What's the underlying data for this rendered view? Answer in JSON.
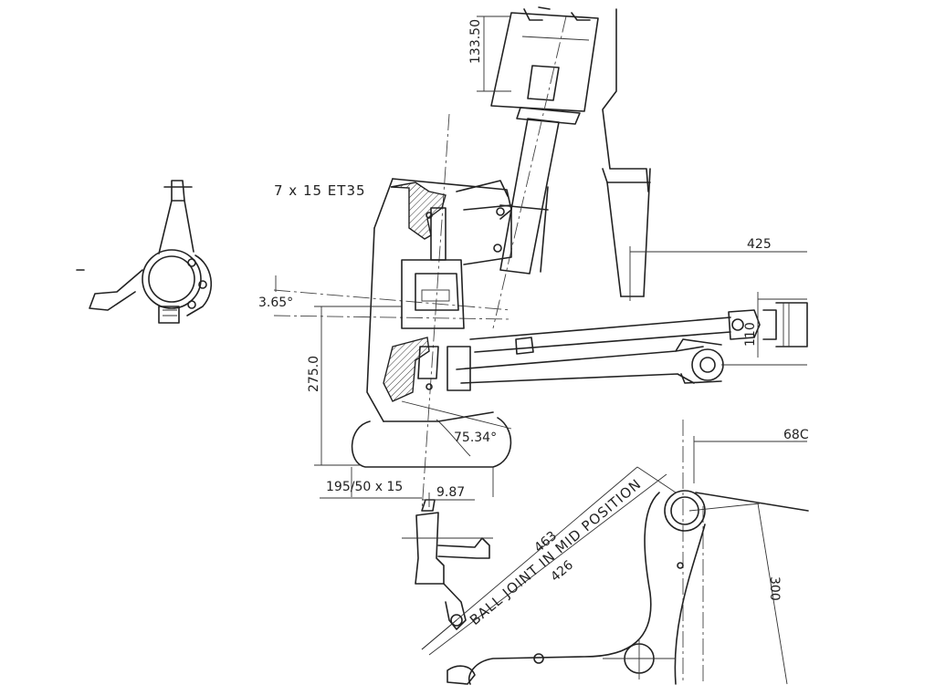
{
  "labels": {
    "wheel_spec": "7 x 15 ET35",
    "tyre_spec": "195/50 x 15",
    "ball_joint_note": "BALL JOINT IN MID POSITION"
  },
  "dimensions": {
    "strut_top": "133.50",
    "camber": "3.65°",
    "wheel_height": "275.0",
    "kpi_angle": "75.34°",
    "scrub": "9.87",
    "arm_upper": "425",
    "offset_110": "110",
    "arm_lower": "68C",
    "link_463": "463",
    "link_426": "426",
    "link_300": "300"
  }
}
